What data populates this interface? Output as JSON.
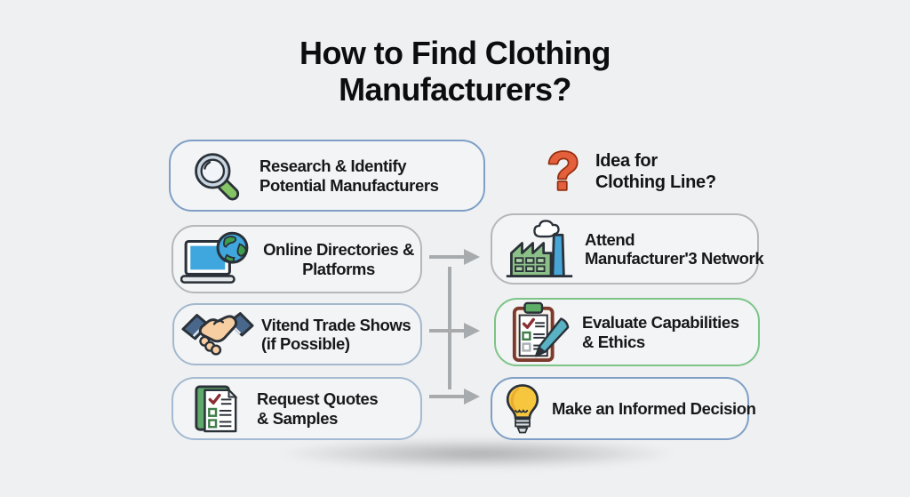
{
  "title": {
    "line1": "How to Find Clothing",
    "line2": "Manufacturers?"
  },
  "left_column": {
    "boxes": [
      {
        "id": "research",
        "icon": "magnifier-icon",
        "line1": "Research & Identify",
        "line2": "Potential Manufacturers",
        "border_color": "#7f9fc6"
      },
      {
        "id": "directories",
        "icon": "laptop-globe-icon",
        "line1": "Online Directories &",
        "line2": "Platforms",
        "border_color": "#b4b8bb"
      },
      {
        "id": "trade-shows",
        "icon": "handshake-icon",
        "line1": "Vitend Trade Shows",
        "line2": "(if Possible)",
        "border_color": "#a4b8ce"
      },
      {
        "id": "quotes",
        "icon": "checklist-icon",
        "line1": "Request Quotes",
        "line2": "& Samples",
        "border_color": "#a4bad2"
      }
    ]
  },
  "right_column": {
    "header": {
      "icon": "question-mark-icon",
      "question_mark": "?",
      "question_mark_color": "#e4603c",
      "line1": "Idea for",
      "line2": "Clothing Line?"
    },
    "boxes": [
      {
        "id": "attend",
        "icon": "factory-icon",
        "line1": "Attend",
        "line2": "Manufacturer'3 Network",
        "border_color": "#b4b8bb"
      },
      {
        "id": "evaluate",
        "icon": "clipboard-pen-icon",
        "line1": "Evaluate Capabilities",
        "line2": "& Ethics",
        "border_color": "#7cc487"
      },
      {
        "id": "decision",
        "icon": "lightbulb-icon",
        "line1": "Make an Informed Decision",
        "border_color": "#7f9fc6"
      }
    ]
  },
  "connectors": {
    "arrow_color": "#a8abae",
    "arrow_count": 3
  },
  "canvas": {
    "background": "#eff0f1",
    "box_fill": "#f3f4f6",
    "text_color": "#17181a",
    "icon_outline": "#2a3138"
  }
}
